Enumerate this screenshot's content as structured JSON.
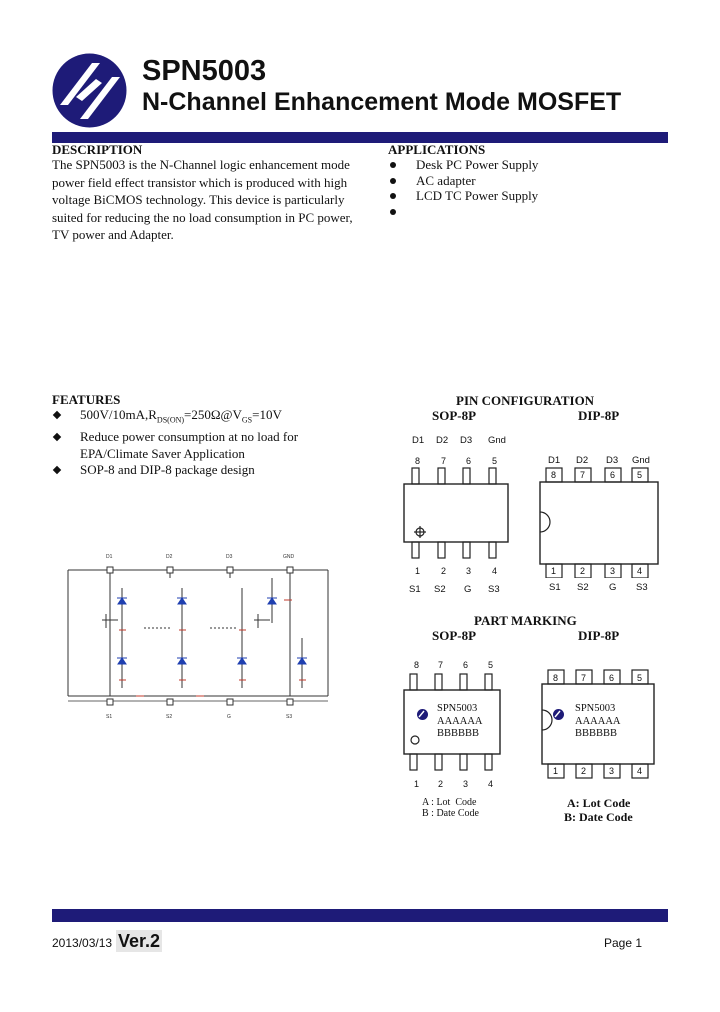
{
  "header": {
    "part_number": "SPN5003",
    "subtitle": "N-Channel Enhancement Mode MOSFET"
  },
  "description": {
    "heading": "DESCRIPTION",
    "lines": [
      "The SPN5003 is the N-Channel logic enhancement mode",
      "power field effect transistor which is produced with high",
      "voltage BiCMOS technology. This device is particularly",
      "suited for reducing the no load consumption in PC power,",
      "TV power and Adapter."
    ]
  },
  "applications": {
    "heading": "APPLICATIONS",
    "items": [
      "Desk PC Power Supply",
      "AC adapter",
      "LCD TC Power Supply",
      ""
    ]
  },
  "features": {
    "heading": "FEATURES",
    "f1_pre": "500V/10mA,R",
    "f1_sub1": "DS(ON)",
    "f1_mid": "=250Ω@V",
    "f1_sub2": "GS",
    "f1_post": "=10V",
    "f2_line1": "Reduce power consumption at no load for",
    "f2_line2": "EPA/Climate Saver Application",
    "f3": "SOP-8 and DIP-8 package design"
  },
  "circuit": {
    "top_labels": [
      "D1",
      "D2",
      "D3",
      "GND"
    ],
    "bottom_labels": [
      "S1",
      "S2",
      "G",
      "S3"
    ]
  },
  "pin_config": {
    "heading": "PIN CONFIGURATION",
    "sop_title": "SOP-8P",
    "dip_title": "DIP-8P",
    "sop_top_names": [
      "D1",
      "D2",
      "D3",
      "Gnd"
    ],
    "top_numbers": [
      "8",
      "7",
      "6",
      "5"
    ],
    "bottom_numbers": [
      "1",
      "2",
      "3",
      "4"
    ],
    "sop_bottom_names": [
      "S1",
      "S2",
      "G",
      "S3"
    ],
    "dip_top_names": [
      "D1",
      "D2",
      "D3",
      "Gnd"
    ],
    "dip_bottom_names": [
      "S1",
      "S2",
      "G",
      "S3"
    ]
  },
  "part_marking": {
    "heading": "PART MARKING",
    "sop_title": "SOP-8P",
    "dip_title": "DIP-8P",
    "top_numbers": [
      "8",
      "7",
      "6",
      "5"
    ],
    "bottom_numbers": [
      "1",
      "2",
      "3",
      "4"
    ],
    "mark_line1": "SPN5003",
    "mark_line2": "AAAAAA",
    "mark_line3": "BBBBBB",
    "sop_legend1": "A : Lot  Code",
    "sop_legend2": "B : Date Code",
    "dip_legend1": "A: Lot Code",
    "dip_legend2": "B: Date Code"
  },
  "footer": {
    "date": "2013/03/13",
    "version": "Ver.2",
    "page": "Page 1"
  },
  "colors": {
    "brand_blue": "#1e1b78",
    "diode_blue": "#1f3fb0",
    "circuit_red": "#c0392b"
  }
}
